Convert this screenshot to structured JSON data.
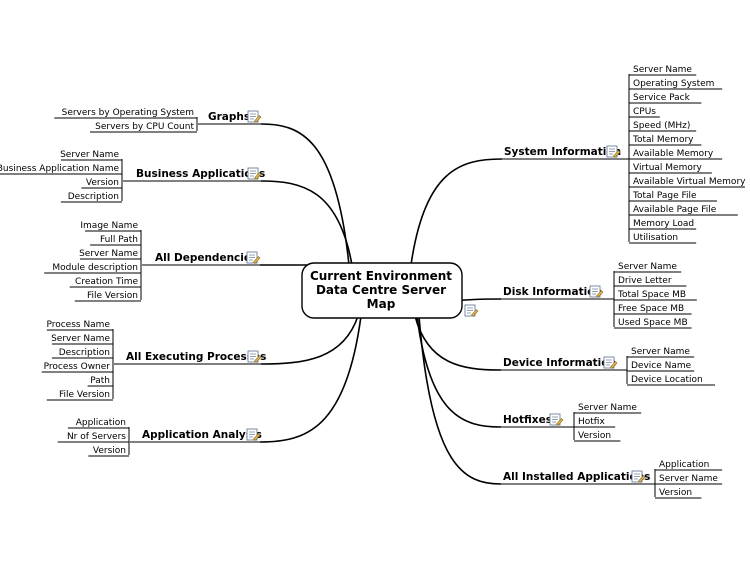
{
  "central": {
    "lines": [
      "Current Environment",
      "Data Centre Server",
      "Map"
    ]
  },
  "icon": "notes-icon",
  "left_branches": [
    {
      "label": "Graphs",
      "children": [
        "Servers by Operating System",
        "Servers by CPU Count"
      ]
    },
    {
      "label": "Business Applications",
      "children": [
        "Server Name",
        "Business Application Name",
        "Version",
        "Description"
      ]
    },
    {
      "label": "All Dependencies",
      "children": [
        "Image Name",
        "Full Path",
        "Server Name",
        "Module description",
        "Creation Time",
        "File Version"
      ]
    },
    {
      "label": "All Executing Processes",
      "children": [
        "Process Name",
        "Server Name",
        "Description",
        "Process Owner",
        "Path",
        "File Version"
      ]
    },
    {
      "label": "Application Analysis",
      "children": [
        "Application",
        "Nr of Servers",
        "Version"
      ]
    }
  ],
  "right_branches": [
    {
      "label": "System Information",
      "children": [
        "Server Name",
        "Operating System",
        "Service Pack",
        "CPUs",
        "Speed (MHz)",
        "Total Memory",
        "Available Memory",
        "Virtual Memory",
        "Available Virtual Memory",
        "Total Page File",
        "Available Page File",
        "Memory Load",
        "Utilisation"
      ]
    },
    {
      "label": "Disk Information",
      "children": [
        "Server Name",
        "Drive Letter",
        "Total Space MB",
        "Free Space MB",
        "Used Space MB"
      ]
    },
    {
      "label": "Device Information",
      "children": [
        "Server Name",
        "Device Name",
        "Device Location"
      ]
    },
    {
      "label": "Hotfixes",
      "children": [
        "Server Name",
        "Hotfix",
        "Version"
      ]
    },
    {
      "label": "All Installed Applications",
      "children": [
        "Application",
        "Server Name",
        "Version"
      ]
    }
  ]
}
